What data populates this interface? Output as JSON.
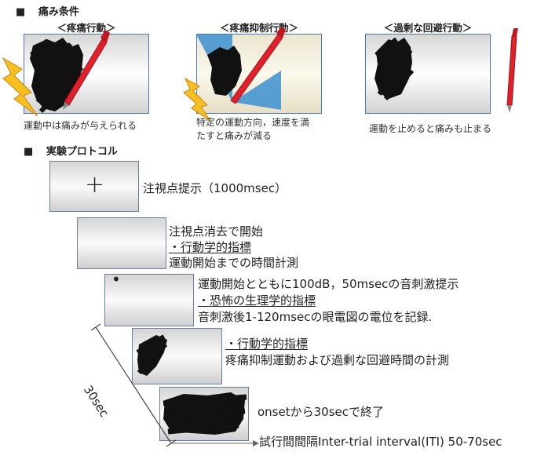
{
  "sections": {
    "pain_conditions": {
      "marker": "■",
      "title": "痛み条件"
    },
    "protocol": {
      "marker": "■",
      "title": "実験プロトコル"
    }
  },
  "conditions": [
    {
      "caption": "＜疼痛行動＞",
      "description": [
        "運動中は痛みが与えられる"
      ]
    },
    {
      "caption": "＜疼痛抑制行動＞",
      "description": [
        "特定の運動方向，速度を満",
        "たすと痛みが減る"
      ]
    },
    {
      "caption": "＜過剰な回避行動＞",
      "description": [
        "運動を止めると痛みも止まる"
      ]
    }
  ],
  "protocol_steps": [
    {
      "symbol": "+",
      "lines": [
        "注視点提示（1000msec）"
      ]
    },
    {
      "lines": [
        "注視点消去で開始",
        "・行動学的指標",
        "運動開始までの時間計測"
      ]
    },
    {
      "symbol": "•",
      "lines": [
        "運動開始とともに100dB，50msecの音刺激提示",
        "・恐怖の生理学的指標",
        "音刺激後1-120msecの眼電図の電位を記録."
      ]
    },
    {
      "lines": [
        "・行動学的指標",
        "疼痛抑制運動および過剰な回避時間の計測"
      ]
    },
    {
      "lines": [
        "onsetから30secで終了"
      ]
    }
  ],
  "duration_label": "30sec",
  "iti_label": "試行間間隔Inter-trial interval(ITI) 50-70sec",
  "colors": {
    "panel_border": "#4a78c0",
    "pen": "#e0202a",
    "bolt": "#f0b020",
    "wedge": "#3b8fd0"
  }
}
